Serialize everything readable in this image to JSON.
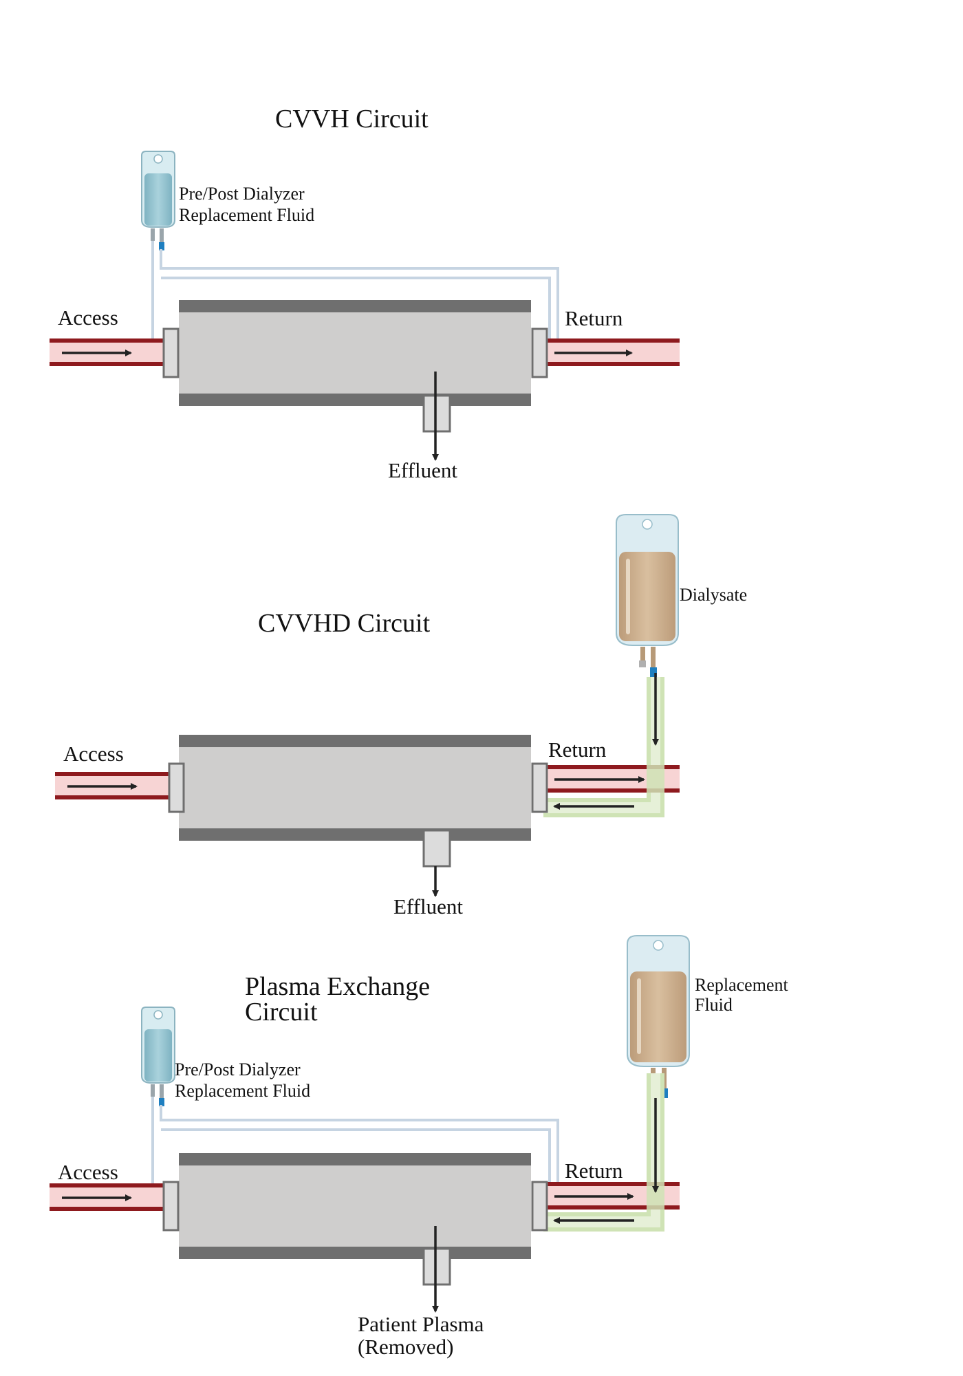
{
  "colors": {
    "blood_dark": "#8e1a1e",
    "blood_light": "#f7d4d4",
    "dialyzer_body": "#cfcecd",
    "dialyzer_band": "#6f6f6f",
    "saline_line": "#c9d7e4",
    "dialysate_line": "#cfe3b5",
    "saline_bag": "#8fbfcc",
    "dialysate_bag": "#c9ac8c",
    "arrow": "#222222"
  },
  "panels": {
    "cvvh": {
      "title": "CVVH Circuit",
      "access": "Access",
      "return": "Return",
      "effluent": "Effluent",
      "bag_label_1": "Pre/Post Dialyzer",
      "bag_label_2": "Replacement Fluid"
    },
    "cvvhd": {
      "title": "CVVHD Circuit",
      "access": "Access",
      "return": "Return",
      "effluent": "Effluent",
      "bag_label": "Dialysate"
    },
    "plasma": {
      "title_1": "Plasma Exchange",
      "title_2": "Circuit",
      "access": "Access",
      "return": "Return",
      "bag_label_1": "Pre/Post Dialyzer",
      "bag_label_2": "Replacement Fluid",
      "right_bag_label_1": "Replacement",
      "right_bag_label_2": "Fluid",
      "outflow_1": "Patient Plasma",
      "outflow_2": "(Removed)"
    }
  }
}
